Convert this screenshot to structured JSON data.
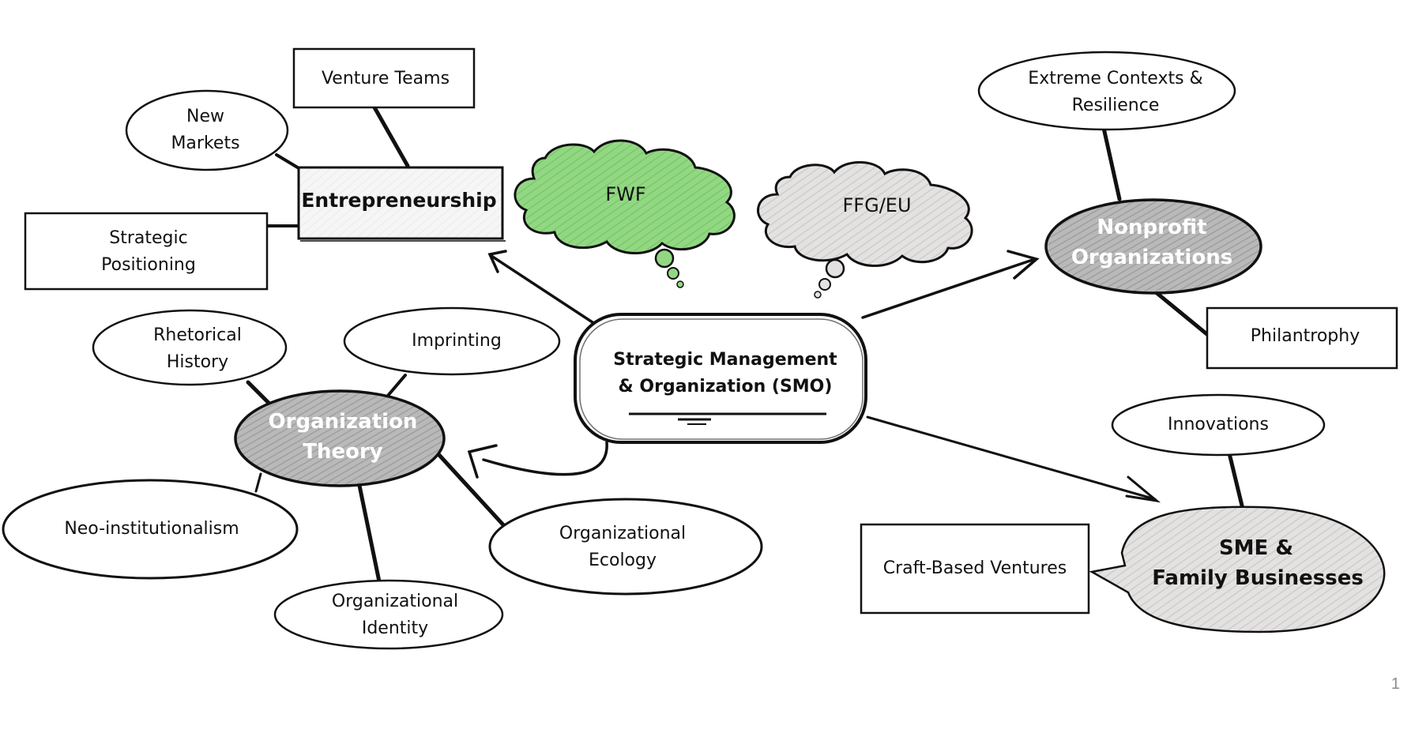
{
  "slide": {
    "page_number": "1"
  },
  "colors": {
    "stroke": "#111111",
    "fwf_fill": "#8fd680",
    "grey_fill": "#e6e3e3",
    "dark_grey_fill": "#b5b5b5",
    "light_box_fill": "#f4f4f4"
  },
  "center": {
    "line1": "Strategic Management",
    "line2": "& Organization (SMO)"
  },
  "funders": [
    {
      "label": "FWF",
      "color": "green"
    },
    {
      "label": "FFG/EU",
      "color": "grey"
    }
  ],
  "entrepreneurship": {
    "label": "Entrepreneurship",
    "children": [
      {
        "line1": "Venture Teams",
        "line2": ""
      },
      {
        "line1": "New",
        "line2": "Markets"
      },
      {
        "line1": "Strategic",
        "line2": "Positioning"
      }
    ]
  },
  "nonprofit": {
    "line1": "Nonprofit",
    "line2": "Organizations",
    "children": [
      {
        "line1": "Extreme Contexts &",
        "line2": "Resilience"
      },
      {
        "line1": "Philantrophy",
        "line2": ""
      }
    ]
  },
  "sme": {
    "line1": "SME &",
    "line2": "Family Businesses",
    "children": [
      {
        "line1": "Innovations",
        "line2": ""
      },
      {
        "line1": "Craft-Based Ventures",
        "line2": ""
      }
    ]
  },
  "org_theory": {
    "line1": "Organization",
    "line2": "Theory",
    "children": [
      {
        "line1": "Rhetorical",
        "line2": "History"
      },
      {
        "line1": "Imprinting",
        "line2": ""
      },
      {
        "line1": "Neo-institutionalism",
        "line2": ""
      },
      {
        "line1": "Organizational",
        "line2": "Identity"
      },
      {
        "line1": "Organizational",
        "line2": "Ecology"
      }
    ]
  }
}
